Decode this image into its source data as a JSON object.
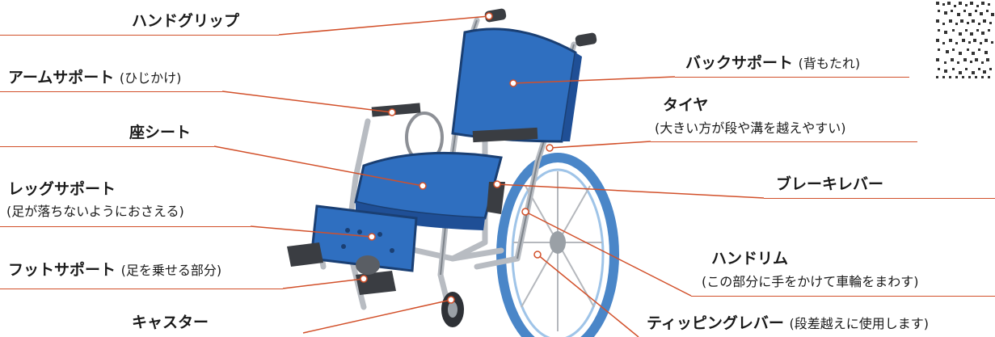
{
  "labels": {
    "hand_grip": "ハンドグリップ",
    "arm_support": "アームサポート",
    "arm_support_note": "(ひじかけ)",
    "seat": "座シート",
    "leg_support": "レッグサポート",
    "leg_support_note": "(足が落ちないようにおさえる)",
    "foot_support": "フットサポート",
    "foot_support_note": "(足を乗せる部分)",
    "caster": "キャスター",
    "back_support": "バックサポート",
    "back_support_note": "(背もたれ)",
    "tire": "タイヤ",
    "tire_note": "(大きい方が段や溝を越えやすい)",
    "brake_lever": "ブレーキレバー",
    "hand_rim": "ハンドリム",
    "hand_rim_note": "(この部分に手をかけて車輪をまわす)",
    "tipping_lever": "ティッピングレバー",
    "tipping_lever_note": "(段差越えに使用します)"
  },
  "colors": {
    "wheelchair_blue": "#2f6fc0",
    "wheelchair_blue_dark": "#1f4f96",
    "frame_gray": "#b8bcc2",
    "leader_line": "#d2502a",
    "pointer_dot": "#ffffff"
  },
  "icons": {
    "qr": "qr-code-icon",
    "wheelchair": "wheelchair-illustration"
  }
}
